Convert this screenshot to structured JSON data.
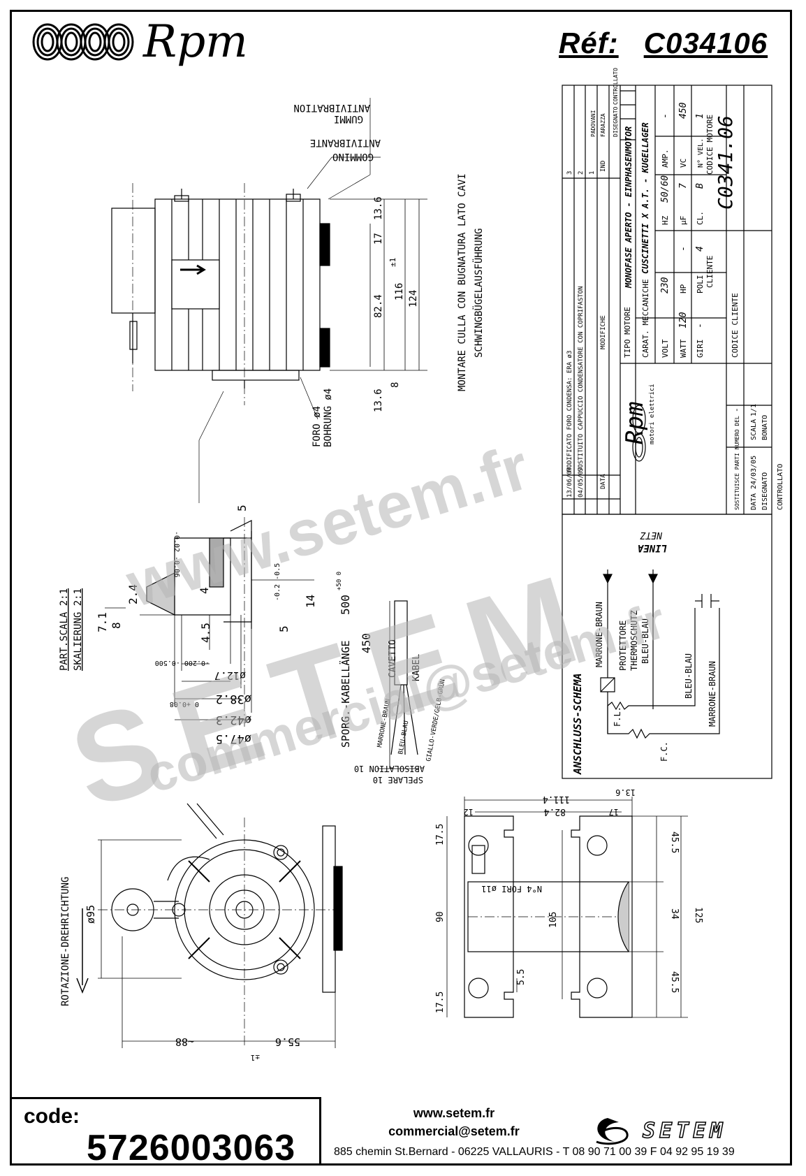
{
  "header": {
    "brand": "Rpm",
    "ref_label": "Réf:",
    "ref_value": "C034106"
  },
  "watermark": {
    "site": "www.setem.fr",
    "brand": "SETEM",
    "email": "commercial@setem.fr"
  },
  "drawing": {
    "mount_labels": {
      "antivibration": "ANTIVIBRATION",
      "gummi": "GUMMI",
      "antivibrante": "ANTIVIBRANTE",
      "gommino": "GOMMINO"
    },
    "side_view_dims": {
      "d1": "13.6",
      "d2": "17",
      "d3": "82.4",
      "d4": "116",
      "d5": "124",
      "d6": "13.6",
      "d7": "8",
      "tol": "±1"
    },
    "foro": "FORO ø4",
    "bohrung": "BOHRUNG ø4",
    "montare": "MONTARE CULLA CON BUGNATURA LATO CAVI",
    "schwing": "SCHWINGBÜGELAUSFÜHRUNG",
    "part_scale": "PART.SCALA 2:1",
    "skal": "SKALIERUNG 2:1",
    "shaft_dims": {
      "s5": "5",
      "s5tol": "-0.02 -0.06",
      "s24": "2.4",
      "s71": "7.1",
      "s8": "8",
      "s4": "4",
      "s45": "4.5",
      "s14": "14",
      "s5b": "5",
      "s5btol": "-0.2 -0.5",
      "d127": "ø12.7",
      "d127tol": "-0.200 -0.500",
      "d382": "ø38.2",
      "d382tol": "0 +0.08",
      "d423": "ø42.3",
      "d475": "ø47.5"
    },
    "cable": {
      "sporg": "SPORG.-KABELLÄNGE",
      "len": "500",
      "len_tol": "+50 0",
      "cavetto": "CAVETTO",
      "c450": "450",
      "kabel": "KABEL",
      "wires": [
        "MARRONE-BRAUN",
        "BLEU-BLAU",
        "GIALLO-VERDE/GELB-GRÜN"
      ],
      "spelare": "SPELARE 10",
      "abisol": "ABISOLATION 10"
    },
    "front_view": {
      "rotation": "ROTAZIONE-DREHRICHTUNG",
      "d95": "ø95",
      "d88": "~88",
      "d556": "55.6",
      "tol": "±1"
    },
    "bracket_view": {
      "w1114": "111.4",
      "w824": "82.4",
      "w12": "12",
      "w17": "17",
      "w136": "13.6",
      "h175a": "17.5",
      "h90": "90",
      "h175b": "17.5",
      "h105": "105",
      "h455a": "45.5",
      "h34": "34",
      "h125": "125",
      "h455b": "45.5",
      "h55": "5.5",
      "fori": "N°4 FORI ø11"
    },
    "schema": {
      "title": "ANSCHLUSS-SCHEMA",
      "linea": "LINEA",
      "netz": "NETZ",
      "marrone1": "MARRONE-BRAUN",
      "protettore": "PROTETTORE",
      "thermo": "THERMOSCHUTZ",
      "bleu1": "BLEU-BLAU",
      "fl": "F.L.",
      "fc": "F.C.",
      "bleu2": "BLEU-BLAU",
      "marrone2": "MARRONE-BRAUN"
    }
  },
  "titleblock": {
    "revisions": [
      {
        "n": "3",
        "date": "13/06/07",
        "text": "MODIFICATO FORO CONDENSA: ERA ø3"
      },
      {
        "n": "2",
        "date": "04/05/07",
        "text": "SOSTITUITO CAPPUCCIO CONDENSATORE CON COPRIFASTON"
      },
      {
        "n": "1",
        "date": "",
        "text": ""
      }
    ],
    "rev_head": {
      "ind": "IND",
      "data": "DATA",
      "modifiche": "MODIFICHE"
    },
    "signatures": {
      "padovani": "PADOVANI",
      "faraza": "FARAZZA",
      "disegnato": "DISEGNATO",
      "controllato": "CONTROLLATO"
    },
    "rpm_brand": "Rpm",
    "rpm_sub": "motori elettrici",
    "tipo_motore_label": "TIPO MOTORE",
    "tipo_motore": "MONOFASE APERTO - EINPHASENMOTOR",
    "carat_label": "CARAT. MECCANICHE",
    "carat": "CUSCINETTI X A.T. - KUGELLAGER",
    "specs": [
      {
        "k": "VOLT",
        "v": "230"
      },
      {
        "k": "HZ",
        "v": "50/60"
      },
      {
        "k": "AMP.",
        "v": "-"
      },
      {
        "k": "WATT",
        "v": "120"
      },
      {
        "k": "HP",
        "v": "-"
      },
      {
        "k": "µF",
        "v": "7"
      },
      {
        "k": "VC",
        "v": "450"
      },
      {
        "k": "GIRI",
        "v": "-"
      },
      {
        "k": "POLI",
        "v": "4"
      },
      {
        "k": "CL.",
        "v": "B"
      },
      {
        "k": "N° VEL.",
        "v": "1"
      }
    ],
    "cliente_label": "CLIENTE",
    "codice_motore_label": "CODICE MOTORE",
    "codice_motore": "C0341.06",
    "codice_cliente_label": "CODICE CLIENTE",
    "sostituisce": "SOSTITUISCE PARTI NUMERO DEL",
    "sostituisce_val": "-",
    "data_label": "DATA",
    "data": "24/03/05",
    "scala_label": "SCALA",
    "scala": "1/1",
    "disegnato_label": "DISEGNATO",
    "bonato": "BONATO",
    "controllato_label": "CONTROLLATO"
  },
  "footer": {
    "code_label": "code:",
    "code_value": "5726003063",
    "web": "www.setem.fr",
    "email": "commercial@setem.fr",
    "address": "885 chemin St.Bernard  -  06225 VALLAURIS  -  T 08 90 71 00 39   F 04 92 95 19 39",
    "setem_logo": "SETEM"
  }
}
